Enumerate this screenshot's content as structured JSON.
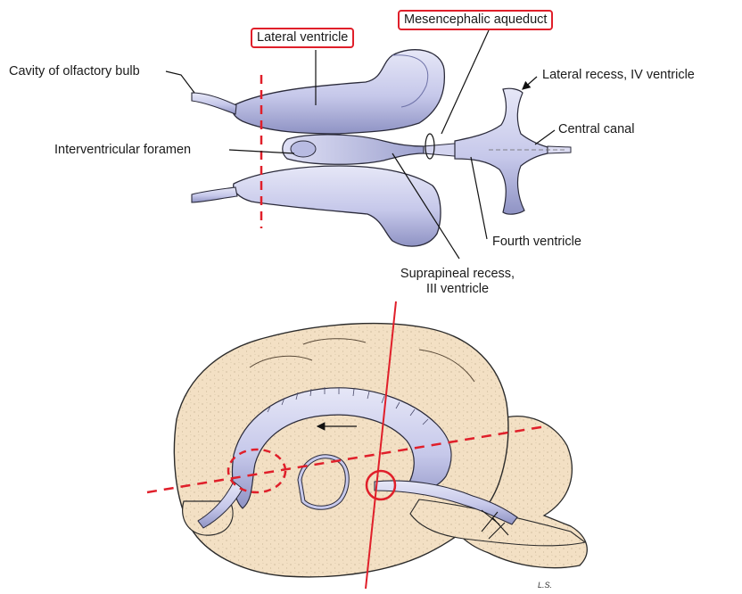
{
  "labels": {
    "cavity_olfactory_bulb": "Cavity of olfactory bulb",
    "lateral_ventricle": "Lateral ventricle",
    "mesencephalic_aqueduct": "Mesencephalic aqueduct",
    "lateral_recess": "Lateral recess, IV ventricle",
    "central_canal": "Central canal",
    "interventricular_foramen": "Interventricular foramen",
    "fourth_ventricle": "Fourth ventricle",
    "suprapineal_line1": "Suprapineal recess,",
    "suprapineal_line2": "III ventricle"
  },
  "signature": "L.S.",
  "colors": {
    "ventricle_fill": "#c9cbea",
    "ventricle_shade": "#7f83b8",
    "brain_fill": "#f3e0c4",
    "brain_stipple": "#b9a585",
    "highlight_red": "#e01f2a",
    "label_text": "#1a1a1a"
  }
}
